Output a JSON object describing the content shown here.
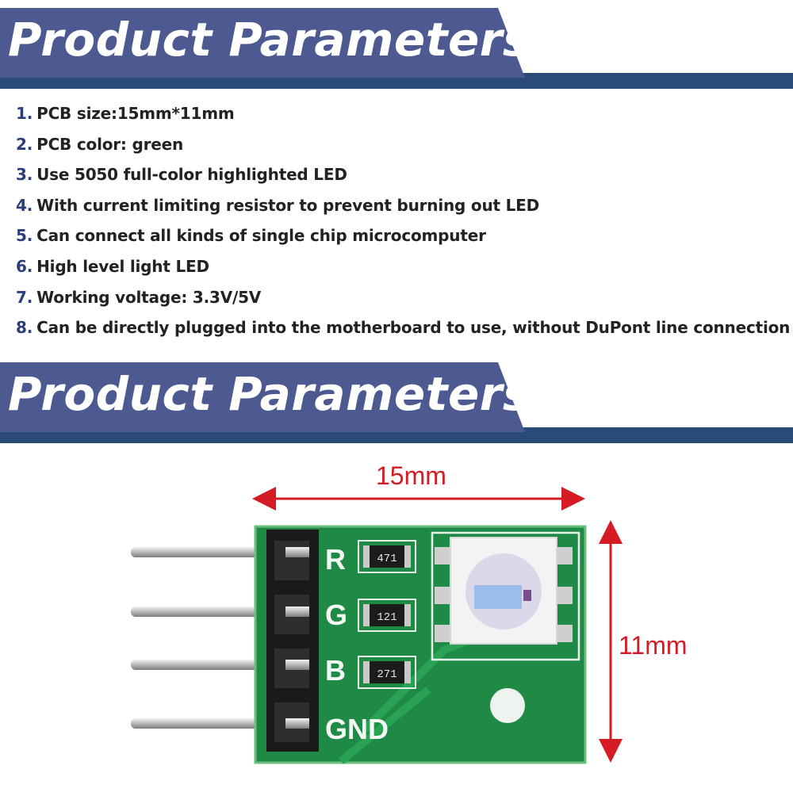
{
  "sections": [
    {
      "title": "Product Parameters"
    },
    {
      "title": "Product Parameters"
    }
  ],
  "parameters": [
    {
      "num": "1.",
      "text": "PCB size:15mm*11mm"
    },
    {
      "num": "2.",
      "text": "PCB color: green"
    },
    {
      "num": "3.",
      "text": "Use 5050 full-color highlighted LED"
    },
    {
      "num": "4.",
      "text": "With current limiting resistor to prevent burning out LED"
    },
    {
      "num": "5.",
      "text": "Can connect all kinds of single chip microcomputer"
    },
    {
      "num": "6.",
      "text": "High level light LED"
    },
    {
      "num": "7.",
      "text": "Working voltage: 3.3V/5V"
    },
    {
      "num": "8.",
      "text": "Can be directly plugged into the motherboard to use, without DuPont line connection"
    }
  ],
  "dimensions": {
    "width": "15mm",
    "height": "11mm"
  },
  "pcb": {
    "pin_labels": [
      "R",
      "G",
      "B",
      "GND"
    ],
    "resistor_codes": [
      "471",
      "121",
      "271"
    ]
  },
  "colors": {
    "banner": "#4d5a91",
    "banner_bar": "#2a4a78",
    "list_number": "#2b3f7a",
    "dimension": "#d51b24",
    "pcb": "#1f8a45"
  }
}
